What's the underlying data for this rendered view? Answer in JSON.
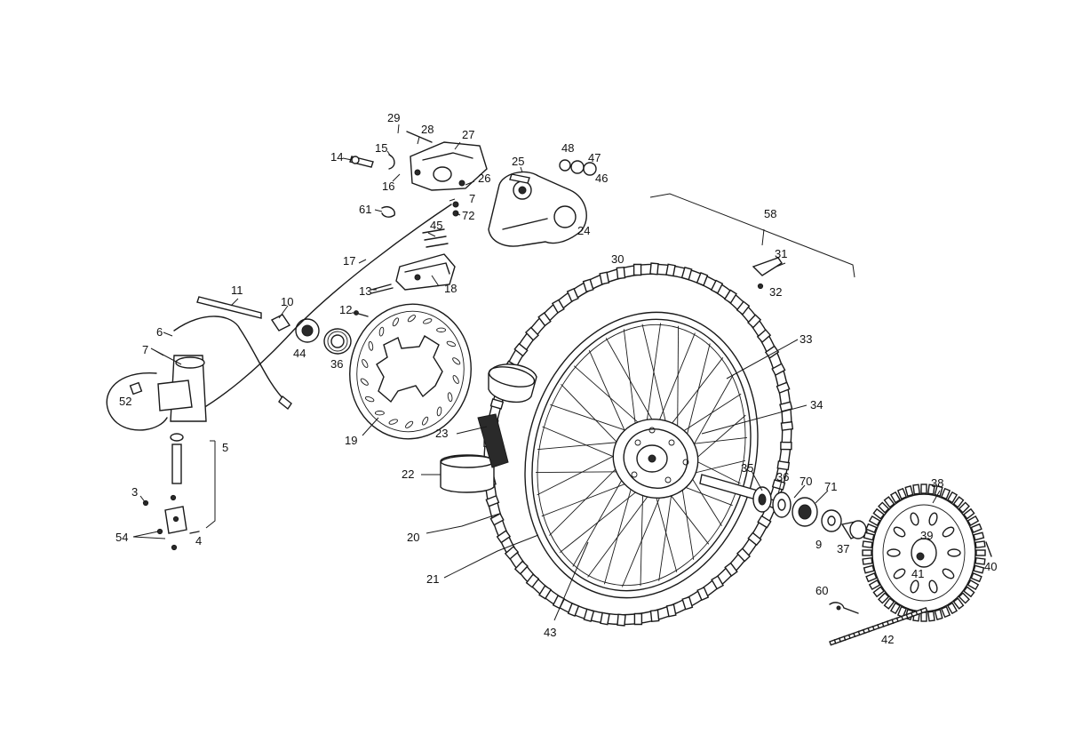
{
  "colors": {
    "ink": "#1a1a1a",
    "paper": "#ffffff"
  },
  "labels": {
    "l3": "3",
    "l4": "4",
    "l5": "5",
    "l6": "6",
    "l7a": "7",
    "l7b": "7",
    "l9": "9",
    "l10": "10",
    "l11": "11",
    "l12": "12",
    "l13": "13",
    "l14": "14",
    "l15": "15",
    "l16": "16",
    "l17": "17",
    "l18": "18",
    "l19": "19",
    "l20": "20",
    "l21": "21",
    "l22": "22",
    "l23": "23",
    "l24": "24",
    "l25": "25",
    "l26": "26",
    "l27": "27",
    "l28": "28",
    "l29": "29",
    "l30": "30",
    "l31": "31",
    "l32": "32",
    "l33": "33",
    "l34": "34",
    "l35": "35",
    "l36a": "36",
    "l36b": "36",
    "l37": "37",
    "l38": "38",
    "l39": "39",
    "l40": "40",
    "l41": "41",
    "l42": "42",
    "l43": "43",
    "l44": "44",
    "l45": "45",
    "l46": "46",
    "l47": "47",
    "l48": "48",
    "l52": "52",
    "l54": "54",
    "l58": "58",
    "l60": "60",
    "l61": "61",
    "l70": "70",
    "l71": "71",
    "l72": "72"
  }
}
